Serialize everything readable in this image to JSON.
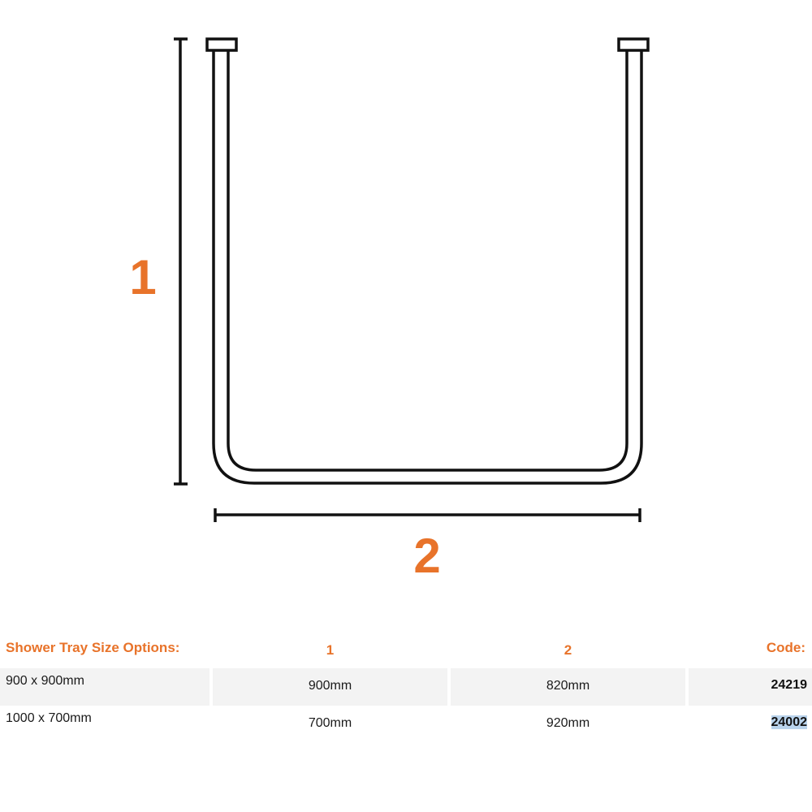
{
  "diagram": {
    "dimension_labels": {
      "height": "1",
      "width": "2"
    },
    "colors": {
      "accent": "#e8732a",
      "line": "#111111"
    }
  },
  "table": {
    "headers": {
      "size": "Shower Tray Size Options:",
      "dim1": "1",
      "dim2": "2",
      "code": "Code:"
    },
    "rows": [
      {
        "size": "900 x 900mm",
        "dim1": "900mm",
        "dim2": "820mm",
        "code": "24219"
      },
      {
        "size": "1000 x 700mm",
        "dim1": "700mm",
        "dim2": "920mm",
        "code": "24002"
      }
    ]
  }
}
